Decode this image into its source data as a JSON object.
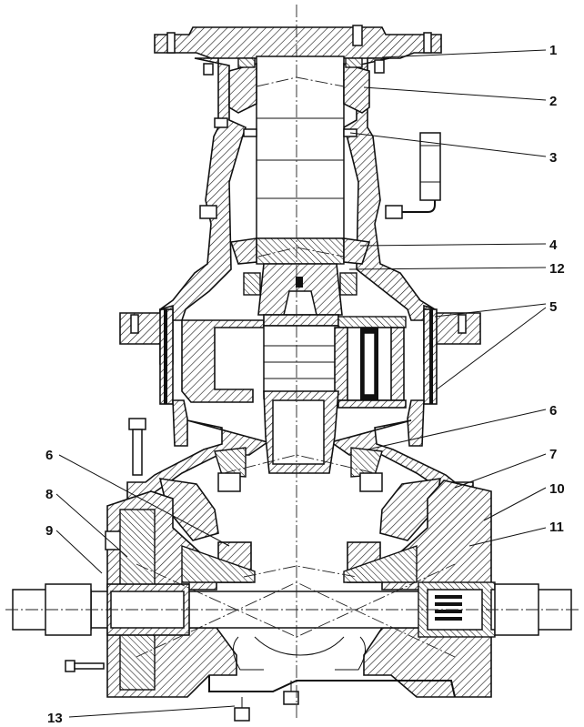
{
  "callouts": [
    {
      "id": "1",
      "label": "1"
    },
    {
      "id": "2",
      "label": "2"
    },
    {
      "id": "3",
      "label": "3"
    },
    {
      "id": "4",
      "label": "4"
    },
    {
      "id": "12",
      "label": "12"
    },
    {
      "id": "5",
      "label": "5"
    },
    {
      "id": "6r",
      "label": "6"
    },
    {
      "id": "7",
      "label": "7"
    },
    {
      "id": "10",
      "label": "10"
    },
    {
      "id": "11",
      "label": "11"
    },
    {
      "id": "6l",
      "label": "6"
    },
    {
      "id": "8",
      "label": "8"
    },
    {
      "id": "9",
      "label": "9"
    },
    {
      "id": "13",
      "label": "13"
    }
  ]
}
